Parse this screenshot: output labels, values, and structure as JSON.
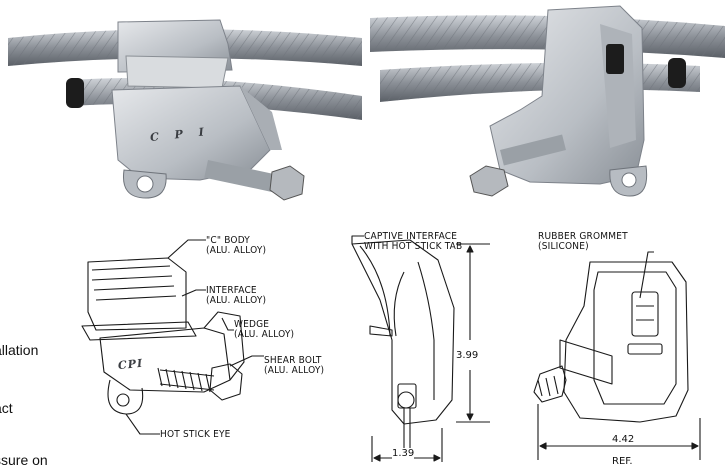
{
  "photo_left": {
    "brand": "C P I"
  },
  "drawing_left": {
    "brand": "CPI",
    "labels": {
      "c_body": [
        "\"C\" BODY",
        "(ALU. ALLOY)"
      ],
      "interface": [
        "INTERFACE",
        "(ALU. ALLOY)"
      ],
      "wedge": [
        "WEDGE",
        "(ALU. ALLOY)"
      ],
      "shear_bolt": [
        "SHEAR BOLT",
        "(ALU. ALLOY)"
      ],
      "hot_stick_eye": "HOT STICK EYE"
    }
  },
  "drawing_middle": {
    "labels": {
      "captive_interface": [
        "CAPTIVE INTERFACE",
        "WITH HOT STICK TAB"
      ]
    },
    "dims": {
      "height": "3.99",
      "width": "1.39"
    }
  },
  "drawing_right": {
    "labels": {
      "rubber_grommet": [
        "RUBBER GROMMET",
        "(SILICONE)"
      ]
    },
    "dims": {
      "width": "4.42",
      "ref": "REF."
    }
  },
  "cut_text": [
    "allation",
    "act",
    "ssure on"
  ],
  "colors": {
    "cable": "#8b9097",
    "metal": "#c7cbd0",
    "line": "#1a1a1a"
  }
}
